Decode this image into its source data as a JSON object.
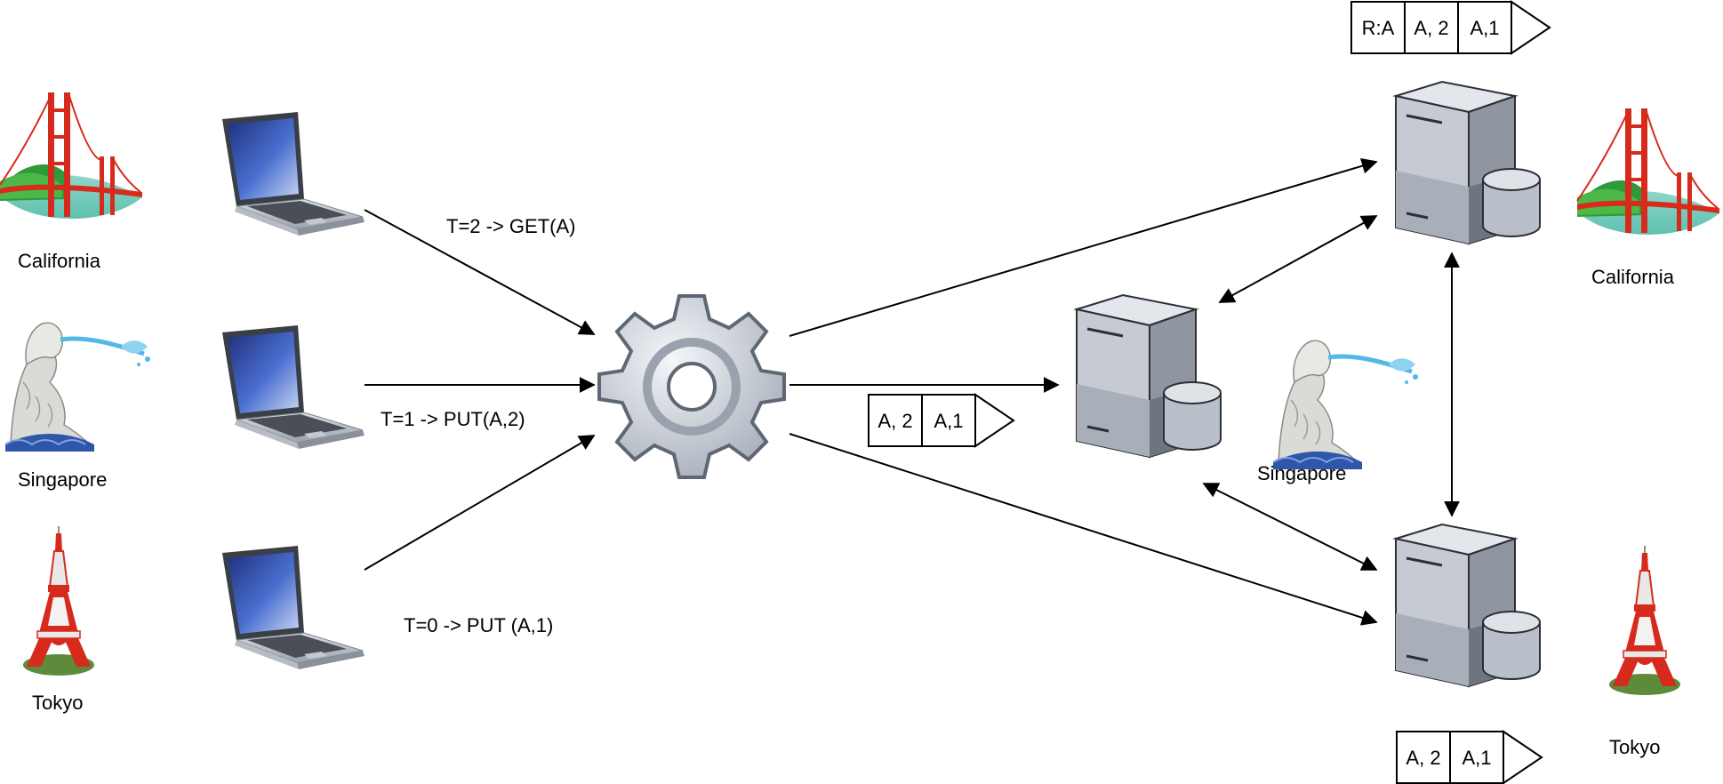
{
  "locations": {
    "california": "California",
    "singapore": "Singapore",
    "tokyo": "Tokyo"
  },
  "requests": {
    "get_a": "T=2 -> GET(A)",
    "put_a2": "T=1 -> PUT(A,2)",
    "put_a1": "T=0 -> PUT (A,1)"
  },
  "queues": {
    "router_queue": [
      "A, 2",
      "A,1"
    ],
    "california_queue": [
      "R:A",
      "A, 2",
      "A,1"
    ],
    "tokyo_queue": [
      "A, 2",
      "A,1"
    ]
  },
  "icons": {
    "client": "laptop-icon",
    "router": "gear-icon",
    "replica": "database-server-icon",
    "california_landmark": "golden-gate-bridge-icon",
    "singapore_landmark": "merlion-icon",
    "tokyo_landmark": "tokyo-tower-icon"
  },
  "colors": {
    "landmark_red": "#e0331f",
    "server_gray": "#c9ced6",
    "gear_gray": "#d3d7de",
    "laptop_screen": "#2f4fa8"
  }
}
